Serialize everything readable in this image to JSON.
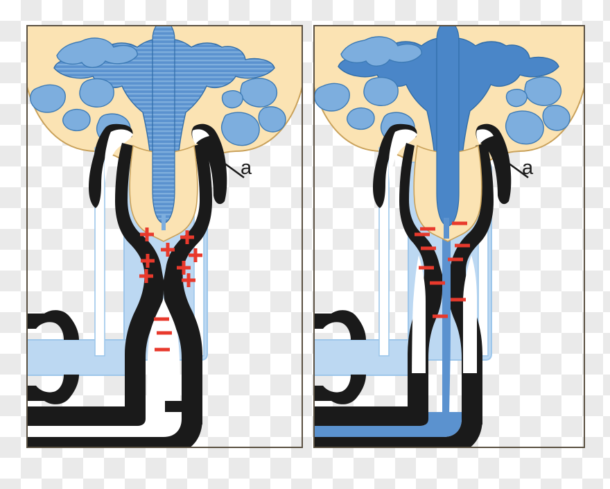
{
  "figure": {
    "title": "",
    "background": "transparent-checkerboard",
    "panel_count": 2
  },
  "colors": {
    "bone": "#fbe3b3",
    "bone_outline": "#c9a15a",
    "fluid_blue": "#5b92cf",
    "fluid_blue_light": "#7daede",
    "fluid_pale": "#bcd8f2",
    "fluid_pale_edge": "#9dc6ea",
    "membrane_black": "#1a1a1a",
    "cytoplasm_white": "#ffffff",
    "charge_red": "#e8392c",
    "panel_border": "#5a5041",
    "label_text": "#1b1b1b"
  },
  "panels": [
    {
      "id": "panel-a",
      "name": "resting-state-panel",
      "state": "resting",
      "callouts": [
        {
          "name": "callout-a",
          "label": "a"
        }
      ],
      "charges": {
        "outside_sign": "+",
        "outside_count": 8,
        "inside_sign": "–",
        "inside_count": 3,
        "outside_positions": [
          [
            208,
            333
          ],
          [
            266,
            338
          ],
          [
            236,
            356
          ],
          [
            277,
            364
          ],
          [
            209,
            371
          ],
          [
            260,
            382
          ],
          [
            207,
            394
          ],
          [
            268,
            400
          ]
        ],
        "inside_positions": [
          [
            237,
            455
          ],
          [
            238,
            473
          ],
          [
            238,
            496
          ]
        ]
      },
      "axon_fill": "#ffffff",
      "cell_fluid_fill": "#5b92cf",
      "cell_fluid_pattern": "horizontal-stripes"
    },
    {
      "id": "panel-b",
      "name": "excited-state-panel",
      "state": "depolarized",
      "callouts": [
        {
          "name": "callout-a",
          "label": "a"
        }
      ],
      "charges": {
        "outside_sign": "–",
        "outside_count": 10,
        "inside_sign": "",
        "inside_count": 0,
        "outside_positions": [
          [
            612,
            326
          ],
          [
            658,
            320
          ],
          [
            604,
            334
          ],
          [
            661,
            350
          ],
          [
            613,
            354
          ],
          [
            652,
            369
          ],
          [
            610,
            382
          ],
          [
            626,
            404
          ],
          [
            655,
            428
          ],
          [
            630,
            452
          ]
        ]
      },
      "axon_fill": "#5b92cf",
      "cell_fluid_fill": "#4a86c8",
      "cell_fluid_pattern": "solid"
    }
  ],
  "labels": {
    "left_panel_callout": "a",
    "right_panel_callout": "a"
  }
}
